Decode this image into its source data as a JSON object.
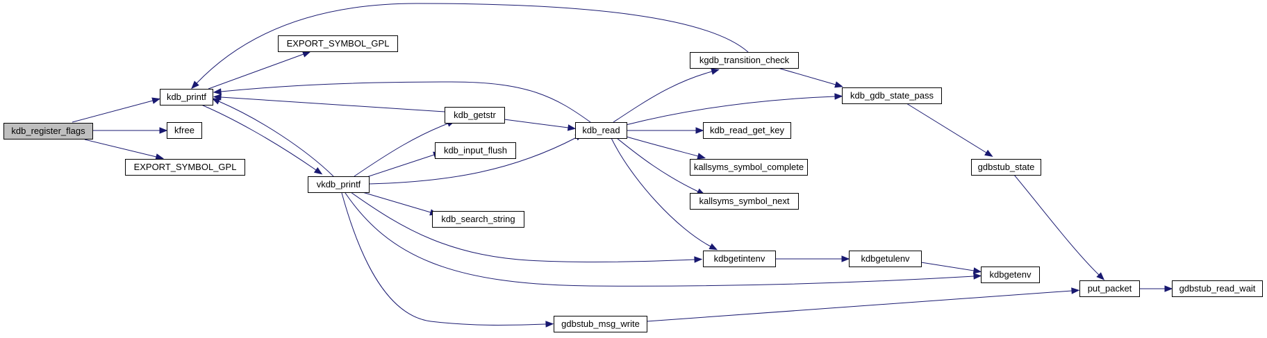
{
  "graph": {
    "nodes": [
      {
        "id": "kdb_register_flags",
        "label": "kdb_register_flags",
        "root": true
      },
      {
        "id": "kdb_printf",
        "label": "kdb_printf"
      },
      {
        "id": "kfree",
        "label": "kfree"
      },
      {
        "id": "export_symbol_gpl_1",
        "label": "EXPORT_SYMBOL_GPL"
      },
      {
        "id": "export_symbol_gpl_2",
        "label": "EXPORT_SYMBOL_GPL"
      },
      {
        "id": "vkdb_printf",
        "label": "vkdb_printf"
      },
      {
        "id": "kdb_getstr",
        "label": "kdb_getstr"
      },
      {
        "id": "kdb_input_flush",
        "label": "kdb_input_flush"
      },
      {
        "id": "kdb_search_string",
        "label": "kdb_search_string"
      },
      {
        "id": "kdb_read",
        "label": "kdb_read"
      },
      {
        "id": "kgdb_transition_check",
        "label": "kgdb_transition_check"
      },
      {
        "id": "kdb_gdb_state_pass",
        "label": "kdb_gdb_state_pass"
      },
      {
        "id": "kdb_read_get_key",
        "label": "kdb_read_get_key"
      },
      {
        "id": "kallsyms_symbol_complete",
        "label": "kallsyms_symbol_complete"
      },
      {
        "id": "kallsyms_symbol_next",
        "label": "kallsyms_symbol_next"
      },
      {
        "id": "kdbgetintenv",
        "label": "kdbgetintenv"
      },
      {
        "id": "kdbgetulenv",
        "label": "kdbgetulenv"
      },
      {
        "id": "kdbgetenv",
        "label": "kdbgetenv"
      },
      {
        "id": "gdbstub_msg_write",
        "label": "gdbstub_msg_write"
      },
      {
        "id": "gdbstub_state",
        "label": "gdbstub_state"
      },
      {
        "id": "put_packet",
        "label": "put_packet"
      },
      {
        "id": "gdbstub_read_wait",
        "label": "gdbstub_read_wait"
      }
    ],
    "edges": [
      {
        "from": "kdb_register_flags",
        "to": "kdb_printf"
      },
      {
        "from": "kdb_register_flags",
        "to": "kfree"
      },
      {
        "from": "kdb_register_flags",
        "to": "export_symbol_gpl_2"
      },
      {
        "from": "kdb_printf",
        "to": "export_symbol_gpl_1"
      },
      {
        "from": "kdb_printf",
        "to": "vkdb_printf"
      },
      {
        "from": "vkdb_printf",
        "to": "kdb_printf"
      },
      {
        "from": "vkdb_printf",
        "to": "kdb_getstr"
      },
      {
        "from": "vkdb_printf",
        "to": "kdb_input_flush"
      },
      {
        "from": "vkdb_printf",
        "to": "kdb_read"
      },
      {
        "from": "vkdb_printf",
        "to": "kdb_search_string"
      },
      {
        "from": "vkdb_printf",
        "to": "kdbgetintenv"
      },
      {
        "from": "vkdb_printf",
        "to": "kdbgetenv"
      },
      {
        "from": "vkdb_printf",
        "to": "gdbstub_msg_write"
      },
      {
        "from": "kdb_getstr",
        "to": "kdb_printf"
      },
      {
        "from": "kdb_getstr",
        "to": "kdb_read"
      },
      {
        "from": "kdb_read",
        "to": "kdb_printf"
      },
      {
        "from": "kdb_read",
        "to": "kgdb_transition_check"
      },
      {
        "from": "kdb_read",
        "to": "kdb_gdb_state_pass"
      },
      {
        "from": "kdb_read",
        "to": "kdb_read_get_key"
      },
      {
        "from": "kdb_read",
        "to": "kallsyms_symbol_complete"
      },
      {
        "from": "kdb_read",
        "to": "kallsyms_symbol_next"
      },
      {
        "from": "kdb_read",
        "to": "kdbgetintenv"
      },
      {
        "from": "kgdb_transition_check",
        "to": "kdb_printf"
      },
      {
        "from": "kgdb_transition_check",
        "to": "kdb_gdb_state_pass"
      },
      {
        "from": "kdb_gdb_state_pass",
        "to": "gdbstub_state"
      },
      {
        "from": "gdbstub_state",
        "to": "put_packet"
      },
      {
        "from": "kdbgetintenv",
        "to": "kdbgetulenv"
      },
      {
        "from": "kdbgetulenv",
        "to": "kdbgetenv"
      },
      {
        "from": "gdbstub_msg_write",
        "to": "put_packet"
      },
      {
        "from": "put_packet",
        "to": "gdbstub_read_wait"
      }
    ]
  }
}
